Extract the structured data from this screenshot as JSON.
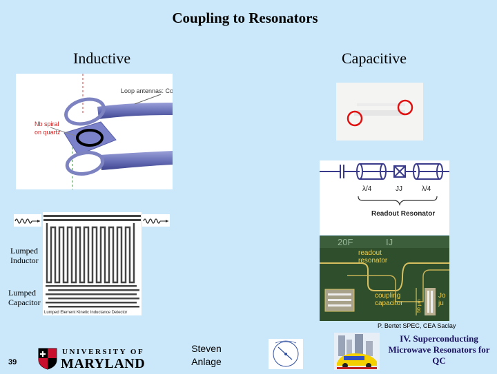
{
  "slide": {
    "title": "Coupling to Resonators",
    "inductive_header": "Inductive",
    "capacitive_header": "Capacitive",
    "slide_number": "39",
    "author": "Steven\nAnlage",
    "footer_title": "IV. Superconducting Microwave Resonators for QC",
    "credit": "P. Bertet SPEC, CEA Saclay"
  },
  "inductive_figure": {
    "annotation_loop": "Loop antennas: Coax cables",
    "annotation_spiral_1": "Nb spiral",
    "annotation_spiral_2": "on quartz"
  },
  "lumped_figure": {
    "label_inductor_1": "Lumped",
    "label_inductor_2": "Inductor",
    "label_capacitor_1": "Lumped",
    "label_capacitor_2": "Capacitor",
    "caption": "Lumped Element Kinetic Inductance Detector"
  },
  "readout_figure": {
    "lambda_left": "λ/4",
    "jj": "JJ",
    "lambda_right": "λ/4",
    "readout_resonator": "Readout Resonator",
    "chip_readout_1": "readout",
    "chip_readout_2": "resonator",
    "chip_coupling_1": "coupling",
    "chip_coupling_2": "capacitor",
    "chip_scale": "50 μm",
    "chip_corner_1": "20F",
    "chip_corner_2": "IJ",
    "chip_right_1": "Jo",
    "chip_right_2": "ju"
  },
  "logo": {
    "top": "UNIVERSITY OF",
    "bottom": "MARYLAND"
  },
  "colors": {
    "background": "#cbe8fb",
    "cable": "#6b72b8",
    "substrate": "#7b82c9",
    "red": "#e01010",
    "chip_green": "#2f5230",
    "chip_gold": "#d8c060",
    "maryland_red": "#c8102e",
    "maryland_gold": "#f2c500"
  }
}
